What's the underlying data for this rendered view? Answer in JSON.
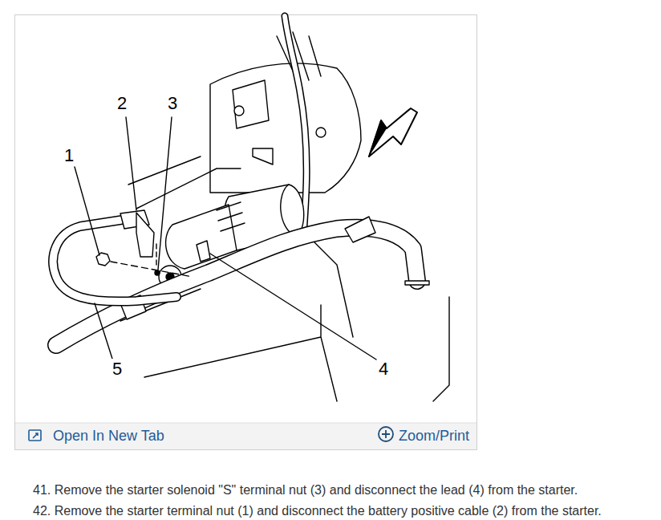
{
  "diagram": {
    "labels": [
      "1",
      "2",
      "3",
      "4",
      "5",
      "Open In New Tab",
      "Zoom/Print",
      "41. Remove the starter solenoid \"S\" terminal nut (3) and disconnect the lead (4) from the starter.",
      "42. Remove the starter terminal nut (1) and disconnect the battery positive cable (2) from the starter."
    ]
  }
}
